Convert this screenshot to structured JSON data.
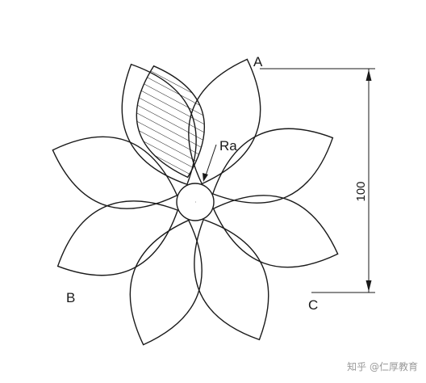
{
  "diagram": {
    "point_a_label": "A",
    "point_b_label": "B",
    "point_c_label": "C",
    "radius_label": "Ra",
    "dimension_value": "100",
    "petal_count": 8,
    "hatched_petal": true
  },
  "watermark": {
    "text": "知乎 @仁厚教育"
  }
}
